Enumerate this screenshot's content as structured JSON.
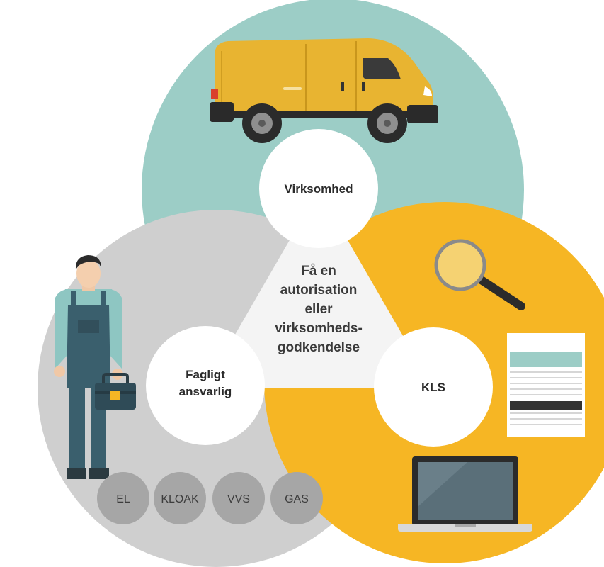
{
  "colors": {
    "teal": "#9ccdc6",
    "gray": "#cfcfcf",
    "yellow": "#f6b624",
    "center": "#f4f4f4",
    "white": "#ffffff",
    "badge": "#a6a6a6",
    "text": "#2b2b2b"
  },
  "nodes": {
    "top_label": "Virksomhed",
    "left_label_line1": "Fagligt",
    "left_label_line2": "ansvarlig",
    "right_label": "KLS"
  },
  "center": {
    "line1": "Få en",
    "line2": "autorisation",
    "line3": "eller",
    "line4": "virksomheds-",
    "line5": "godkendelse"
  },
  "badges": [
    "EL",
    "KLOAK",
    "VVS",
    "GAS"
  ],
  "icons": [
    "van-icon",
    "worker-icon",
    "toolbox-icon",
    "magnifier-icon",
    "document-icon",
    "laptop-icon"
  ]
}
